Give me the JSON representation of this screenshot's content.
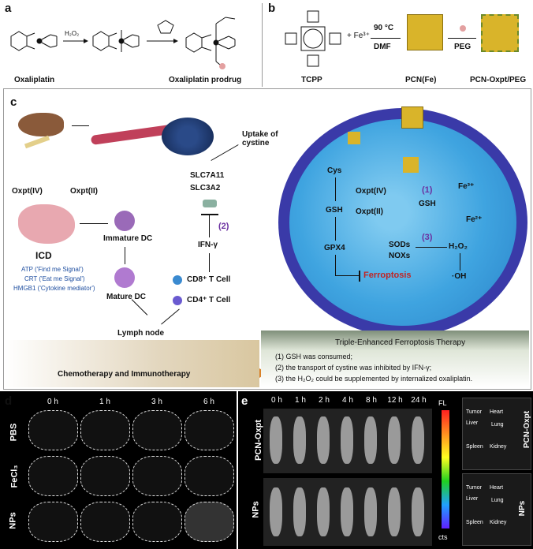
{
  "panel_a": {
    "letter": "a",
    "reagent_1": "H₂O₂",
    "label_oxaliplatin": "Oxaliplatin",
    "label_prodrug": "Oxaliplatin prodrug"
  },
  "panel_b": {
    "letter": "b",
    "plus_fe": "+ Fe³⁺",
    "cond_temp": "90 °C",
    "cond_solvent": "DMF",
    "reagent_peg": "PEG",
    "label_tcpp": "TCPP",
    "label_pcn": "PCN(Fe)",
    "label_pcn_peg": "PCN-Oxpt/PEG"
  },
  "panel_c": {
    "letter": "c",
    "uptake": "Uptake of cystine",
    "slc1": "SLC7A11",
    "slc2": "SLC3A2",
    "step2": "(2)",
    "ifn": "IFN-γ",
    "oxpt4_left": "Oxpt(IV)",
    "oxpt2_left": "Oxpt(II)",
    "icd": "ICD",
    "atp": "ATP ('Find me Signal')",
    "crt": "CRT ('Eat me Signal')",
    "hmgb1": "HMGB1 ('Cytokine mediator')",
    "immature_dc": "Immature DC",
    "mature_dc": "Mature DC",
    "cd8": "CD8⁺ T Cell",
    "cd4": "CD4⁺ T Cell",
    "lymph": "Lymph node",
    "chemo": "Chemotherapy and Immunotherapy",
    "cell": {
      "cys": "Cys",
      "gsh_left": "GSH",
      "gpx4": "GPX4",
      "ferroptosis": "Ferroptosis",
      "oxpt4": "Oxpt(IV)",
      "oxpt2": "Oxpt(II)",
      "step1": "(1)",
      "gsh_mid": "GSH",
      "fe3": "Fe³⁺",
      "fe2": "Fe²⁺",
      "sods": "SODs",
      "noxs": "NOXs",
      "step3": "(3)",
      "h2o2": "H₂O₂",
      "oh": "·OH"
    },
    "therapy": {
      "title": "Triple-Enhanced Ferroptosis Therapy",
      "line1": "(1) GSH was consumed;",
      "line2": "(2) the transport of cystine was inhibited by IFN-γ;",
      "line3": "(3) the H₂O₂ could be supplemented by internalized oxaliplatin."
    }
  },
  "panel_d": {
    "letter": "d",
    "times": [
      "0 h",
      "1 h",
      "3 h",
      "6 h"
    ],
    "rows": [
      "PBS",
      "FeCl₃",
      "NPs"
    ]
  },
  "panel_e": {
    "letter": "e",
    "times": [
      "0 h",
      "1 h",
      "2 h",
      "4 h",
      "8 h",
      "12 h",
      "24 h"
    ],
    "rows": [
      "PCN-Oxpt",
      "NPs"
    ],
    "scale_top": "FL",
    "scale_bottom": "cts",
    "organs": {
      "tumor": "Tumor",
      "heart": "Heart",
      "liver": "Liver",
      "lung": "Lung",
      "spleen": "Spleen",
      "kidney": "Kidney"
    }
  },
  "colors": {
    "membrane": "#3a3aa8",
    "cytoplasm": "#3fa4e0",
    "dark_blue": "#1f4fa0",
    "purple": "#6a2fa0",
    "red": "#c02424",
    "therapy_box": "#7f8f7a",
    "chemo_bar": "#e3d7bf"
  }
}
